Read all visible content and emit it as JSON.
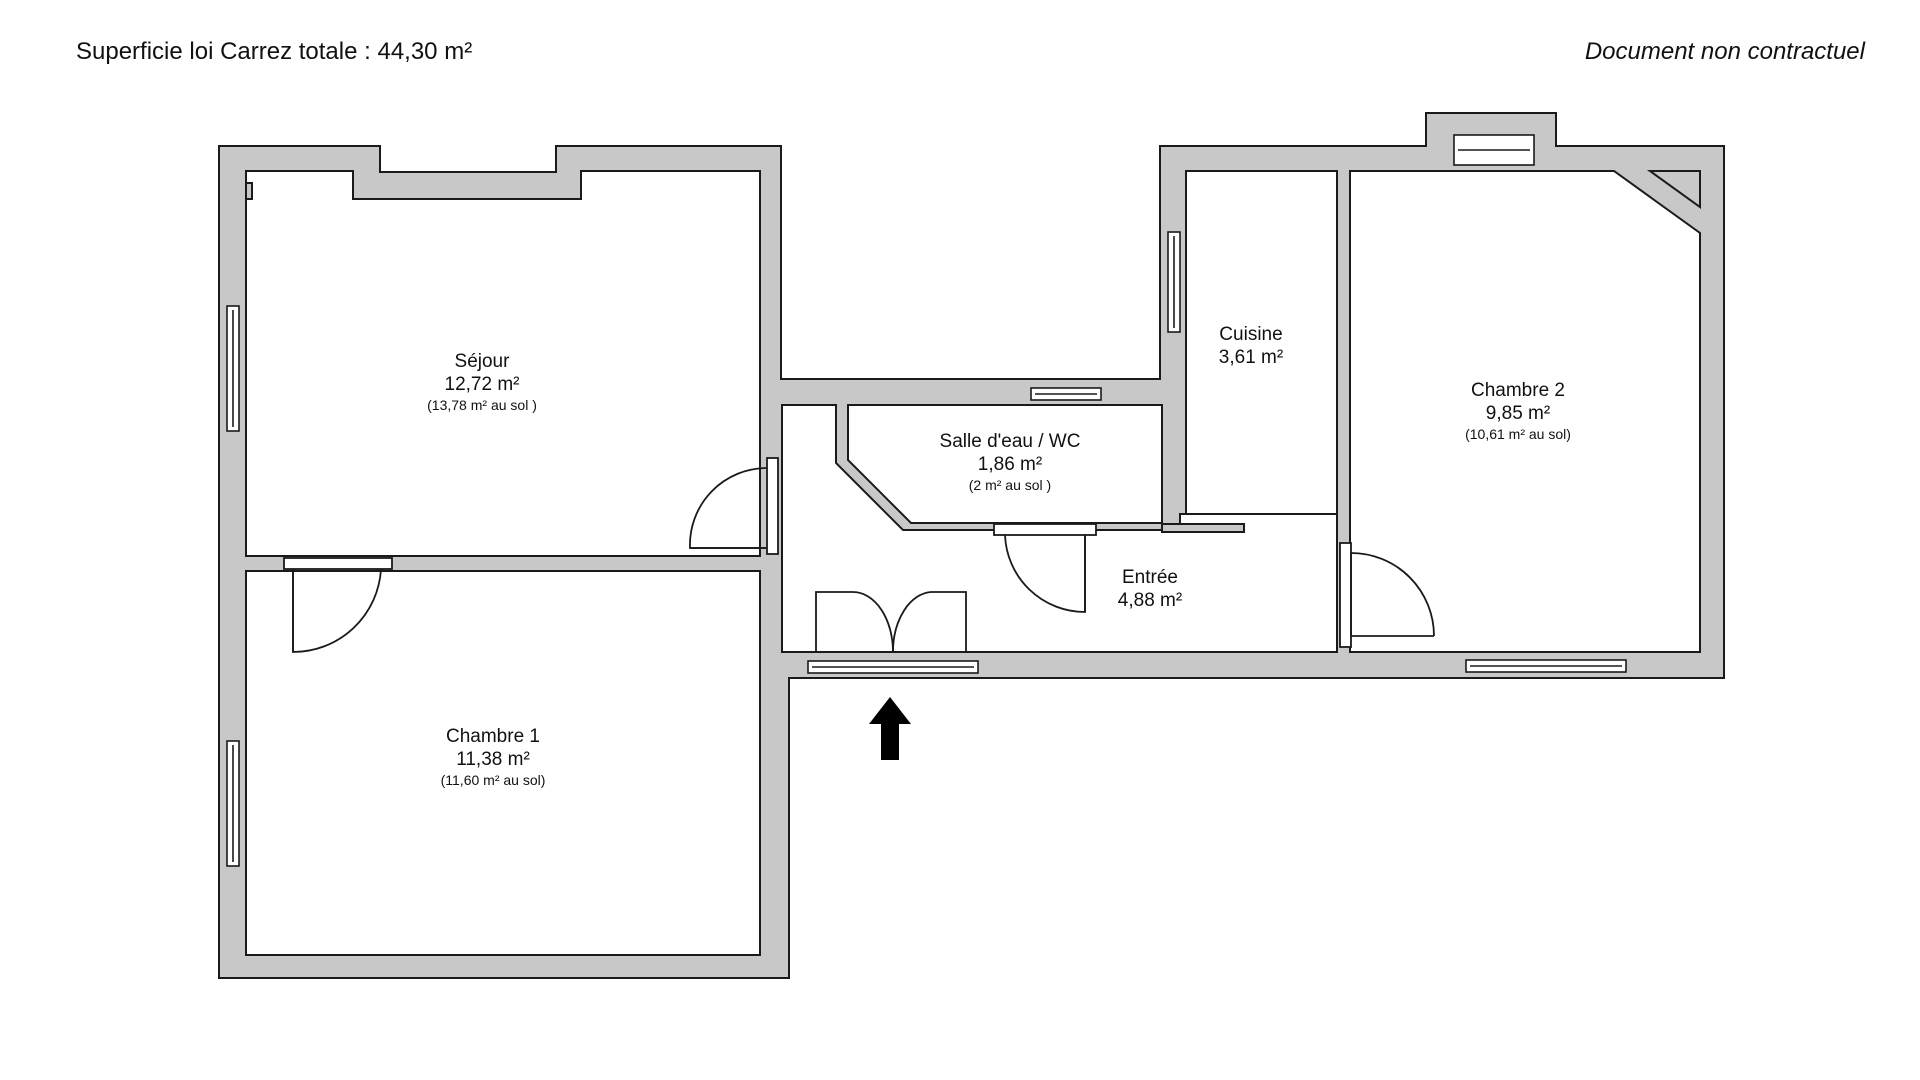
{
  "header": {
    "carrez_label": "Superficie loi Carrez totale :",
    "carrez_total": "44,30 m²",
    "disclaimer": "Document non contractuel"
  },
  "colors": {
    "wall_fill": "#c8c8c8",
    "wall_stroke": "#1a1a1a",
    "floor": "#ffffff",
    "arrow": "#000000"
  },
  "entrance": {
    "icon": "entrance-arrow-icon"
  },
  "rooms": {
    "sejour": {
      "name": "Séjour",
      "area": "12,72 m²",
      "floor_area": "(13,78 m² au sol )"
    },
    "chambre1": {
      "name": "Chambre 1",
      "area": "11,38 m²",
      "floor_area": "(11,60 m² au sol)"
    },
    "salle_eau": {
      "name": "Salle d'eau / WC",
      "area": "1,86 m²",
      "floor_area": "(2 m² au sol )"
    },
    "entree": {
      "name": "Entrée",
      "area": "4,88 m²"
    },
    "cuisine": {
      "name": "Cuisine",
      "area": "3,61 m²"
    },
    "chambre2": {
      "name": "Chambre 2",
      "area": "9,85 m²",
      "floor_area": "(10,61 m² au sol)"
    }
  }
}
